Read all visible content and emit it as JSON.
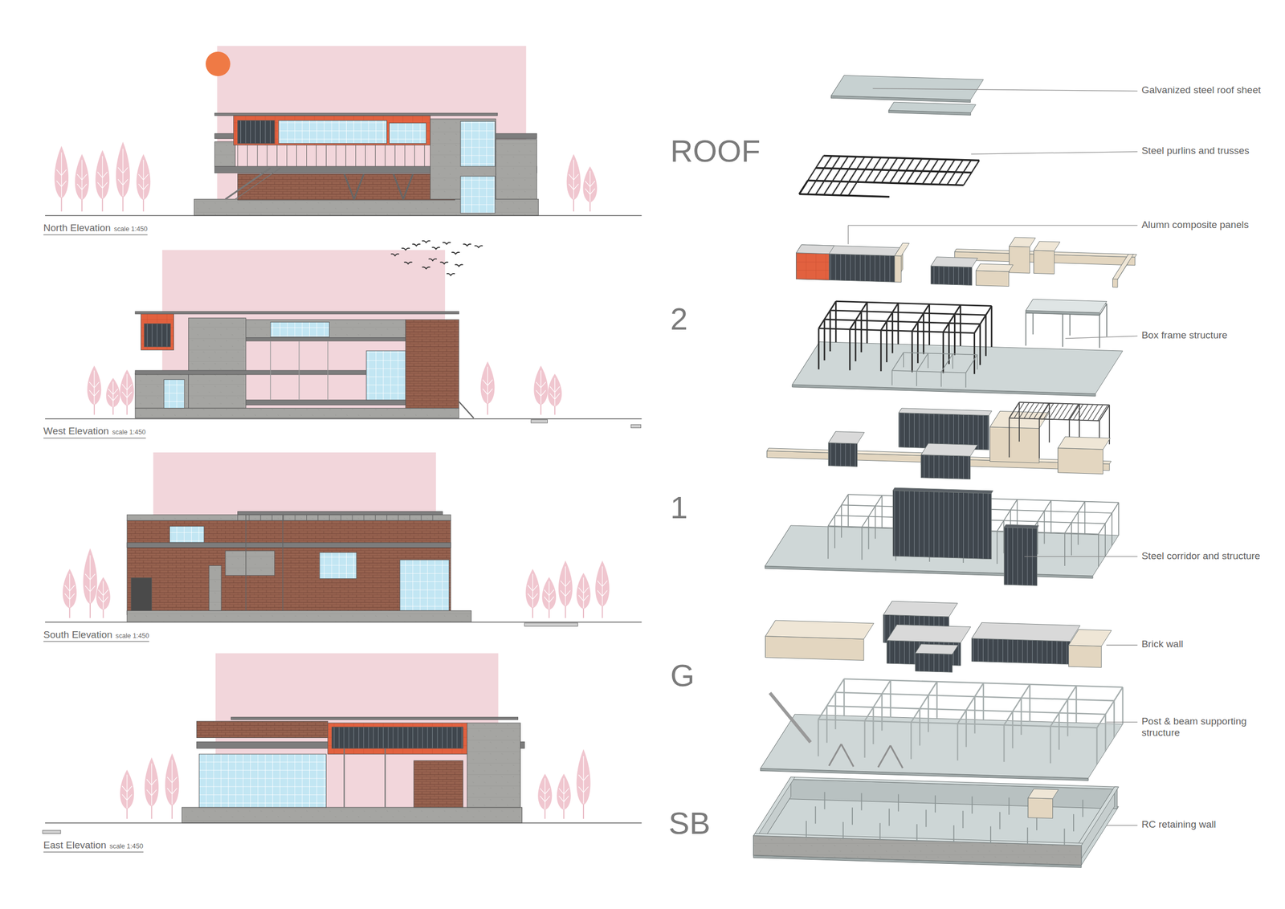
{
  "diagram": {
    "labels": [
      "North Elevation",
      "scale 1:450",
      "West Elevation",
      "scale 1:450",
      "South Elevation",
      "scale 1:450",
      "East Elevation",
      "scale 1:450",
      "ROOF",
      "2",
      "1",
      "G",
      "SB",
      "Galvanized steel roof sheet",
      "Steel purlins and trusses",
      "Alumn composite panels",
      "Box frame structure",
      "Steel corridor and structure",
      "Brick wall",
      "Post & beam supporting structure",
      "RC retaining wall"
    ]
  }
}
